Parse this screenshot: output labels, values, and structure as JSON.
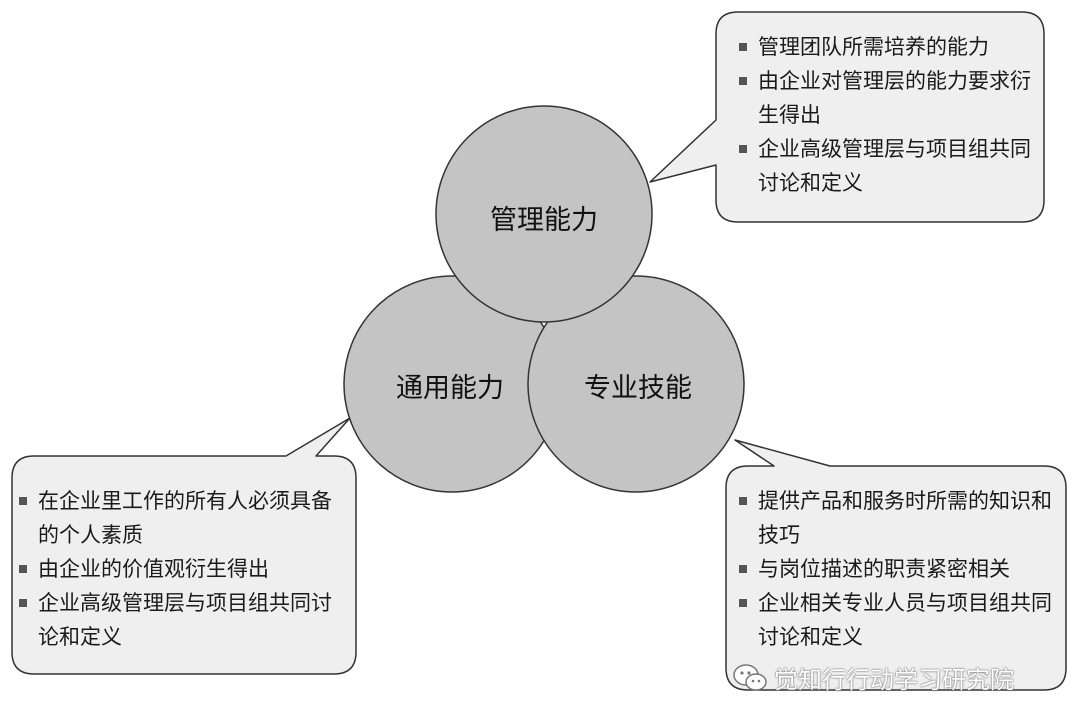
{
  "circles": {
    "management": {
      "label": "管理能力"
    },
    "general": {
      "label": "通用能力"
    },
    "professional": {
      "label": "专业技能"
    }
  },
  "callouts": {
    "management": {
      "bullets": [
        "管理团队所需培养的能力",
        "由企业对管理层的能力要求衍生得出",
        "企业高级管理层与项目组共同讨论和定义"
      ]
    },
    "general": {
      "bullets": [
        "在企业里工作的所有人必须具备的个人素质",
        "由企业的价值观衍生得出",
        "企业高级管理层与项目组共同讨论和定义"
      ]
    },
    "professional": {
      "bullets": [
        "提供产品和服务时所需的知识和技巧",
        "与岗位描述的职责紧密相关",
        "企业相关专业人员与项目组共同讨论和定义"
      ]
    }
  },
  "watermark": {
    "text": "觉知行行动学习研究院",
    "icon": "wechat-icon"
  },
  "colors": {
    "circle_fill": "#c4c4c4",
    "callout_fill": "#efefef",
    "stroke": "#333333"
  }
}
